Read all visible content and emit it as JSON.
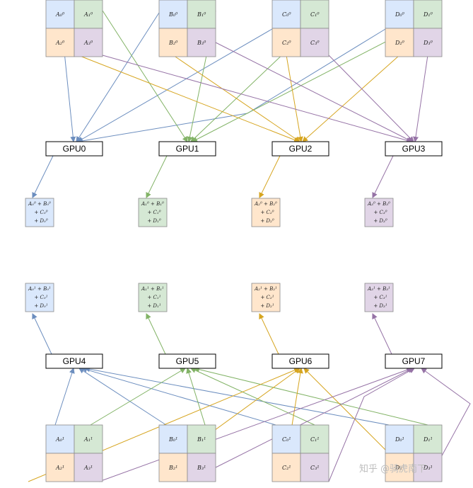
{
  "colors": {
    "blue": "#dae8fc",
    "green": "#d5e8d4",
    "orange": "#ffe6cc",
    "purple": "#e1d5e7",
    "blue_stroke": "#6c8ebf",
    "green_stroke": "#82b366",
    "orange_stroke": "#d6a520",
    "purple_stroke": "#9673a6"
  },
  "top": {
    "matrices": [
      {
        "id": "A",
        "cells": [
          "A₀⁰",
          "A₁⁰",
          "A₂⁰",
          "A₃⁰"
        ]
      },
      {
        "id": "B",
        "cells": [
          "B₀⁰",
          "B₁⁰",
          "B₂⁰",
          "B₃⁰"
        ]
      },
      {
        "id": "C",
        "cells": [
          "C₀⁰",
          "C₁⁰",
          "C₂⁰",
          "C₃⁰"
        ]
      },
      {
        "id": "D",
        "cells": [
          "D₀⁰",
          "D₁⁰",
          "D₂⁰",
          "D₃⁰"
        ]
      }
    ],
    "gpus": [
      "GPU0",
      "GPU1",
      "GPU2",
      "GPU3"
    ],
    "results": [
      [
        "A₀⁰ + B₀⁰",
        "+ C₀⁰",
        "+ D₀⁰"
      ],
      [
        "A₁⁰ + B₁⁰",
        "+ C₁⁰",
        "+ D₁⁰"
      ],
      [
        "A₂⁰ + B₂⁰",
        "+ C₂⁰",
        "+ D₂⁰"
      ],
      [
        "A₃⁰ + B₃⁰",
        "+ C₃⁰",
        "+ D₃⁰"
      ]
    ]
  },
  "bottom": {
    "matrices": [
      {
        "id": "A",
        "cells": [
          "A₀¹",
          "A₁¹",
          "A₂¹",
          "A₃¹"
        ]
      },
      {
        "id": "B",
        "cells": [
          "B₀¹",
          "B₁¹",
          "B₂¹",
          "B₃¹"
        ]
      },
      {
        "id": "C",
        "cells": [
          "C₀¹",
          "C₁¹",
          "C₂¹",
          "C₃¹"
        ]
      },
      {
        "id": "D",
        "cells": [
          "D₀¹",
          "D₁¹",
          "D₂¹",
          "D₃¹"
        ]
      }
    ],
    "gpus": [
      "GPU4",
      "GPU5",
      "GPU6",
      "GPU7"
    ],
    "results": [
      [
        "A₀¹ + B₀¹",
        "+ C₀¹",
        "+ D₀¹"
      ],
      [
        "A₁¹ + B₁¹",
        "+ C₁¹",
        "+ D₁¹"
      ],
      [
        "A₂¹ + B₂¹",
        "+ C₂¹",
        "+ D₂¹"
      ],
      [
        "A₃¹ + B₃¹",
        "+ C₃¹",
        "+ D₃¹"
      ]
    ]
  },
  "watermark": "知乎 @骑虎南下"
}
